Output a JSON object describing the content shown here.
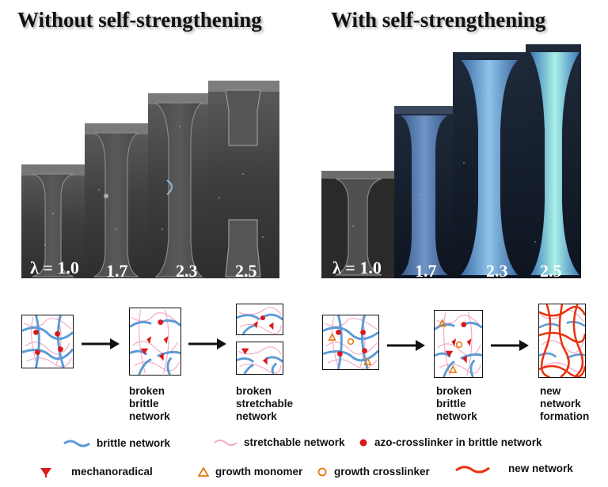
{
  "titles": {
    "left": "Without self-strengthening",
    "right": "With self-strengthening"
  },
  "left_photo": {
    "labels": [
      "λ = 1.0",
      "1.7",
      "2.3",
      "2.5"
    ]
  },
  "right_photo": {
    "labels": [
      "λ = 1.0",
      "1.7",
      "2.3",
      "2.5"
    ]
  },
  "captions": {
    "left_broken_brittle": [
      "broken",
      "brittle",
      "network"
    ],
    "left_broken_stretchable": [
      "broken",
      "stretchable",
      "network"
    ],
    "right_broken_brittle": [
      "broken",
      "brittle",
      "network"
    ],
    "right_new_network": [
      "new",
      "network",
      "formation"
    ]
  },
  "legend": {
    "brittle": "brittle network",
    "stretchable": "stretchable network",
    "azo": "azo-crosslinker in brittle network",
    "mechanoradical": "mechanoradical",
    "growth_monomer": "growth monomer",
    "growth_crosslinker": "growth crosslinker",
    "new_network": "new network"
  },
  "colors": {
    "brittle": "#5b9bd5",
    "stretchable": "#f4a8c7",
    "red": "#d9191c",
    "orange": "#e4780c",
    "new_network": "#e8330e"
  }
}
